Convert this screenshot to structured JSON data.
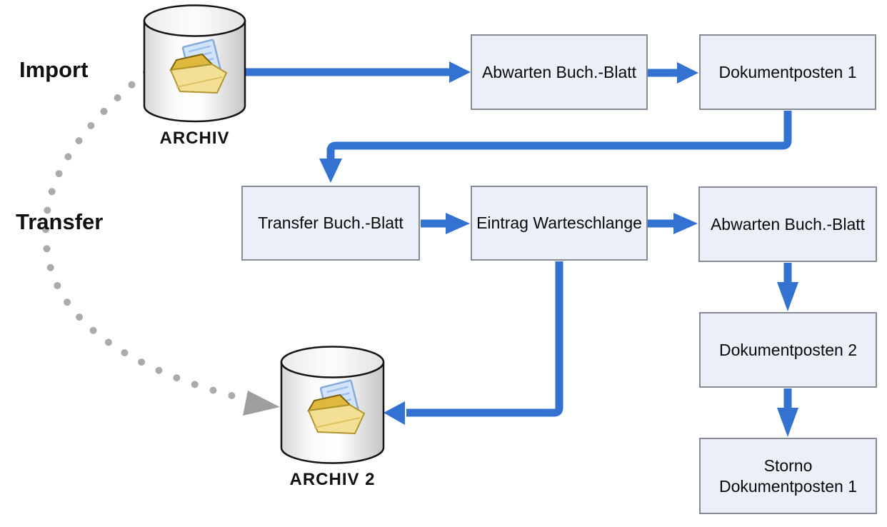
{
  "diagram": {
    "stage_labels": {
      "import": "Import",
      "transfer": "Transfer"
    },
    "archives": {
      "archiv": {
        "label": "ARCHIV"
      },
      "archiv2": {
        "label": "ARCHIV 2"
      }
    },
    "boxes": {
      "abwarten1": {
        "label": "Abwarten Buch.-Blatt"
      },
      "dokumentposten1": {
        "label": "Dokumentposten 1"
      },
      "transferbb": {
        "label": "Transfer Buch.-Blatt"
      },
      "eintrag": {
        "label": "Eintrag Warteschlange"
      },
      "abwarten2": {
        "label": "Abwarten Buch.-Blatt"
      },
      "dokumentposten2": {
        "label": "Dokumentposten 2"
      },
      "storno": {
        "label": "Storno\nDokumentposten 1"
      }
    },
    "icons": {
      "archive_icon": "open-folder-icon",
      "database_icon": "database-cylinder-icon"
    },
    "colors": {
      "arrow_blue": "#3372d0",
      "box_fill": "#ebeff7",
      "box_border": "#868b94",
      "dotted_gray": "#ababab",
      "gray_arrow": "#9e9e9e",
      "text_color": "#0a0a0a"
    }
  }
}
